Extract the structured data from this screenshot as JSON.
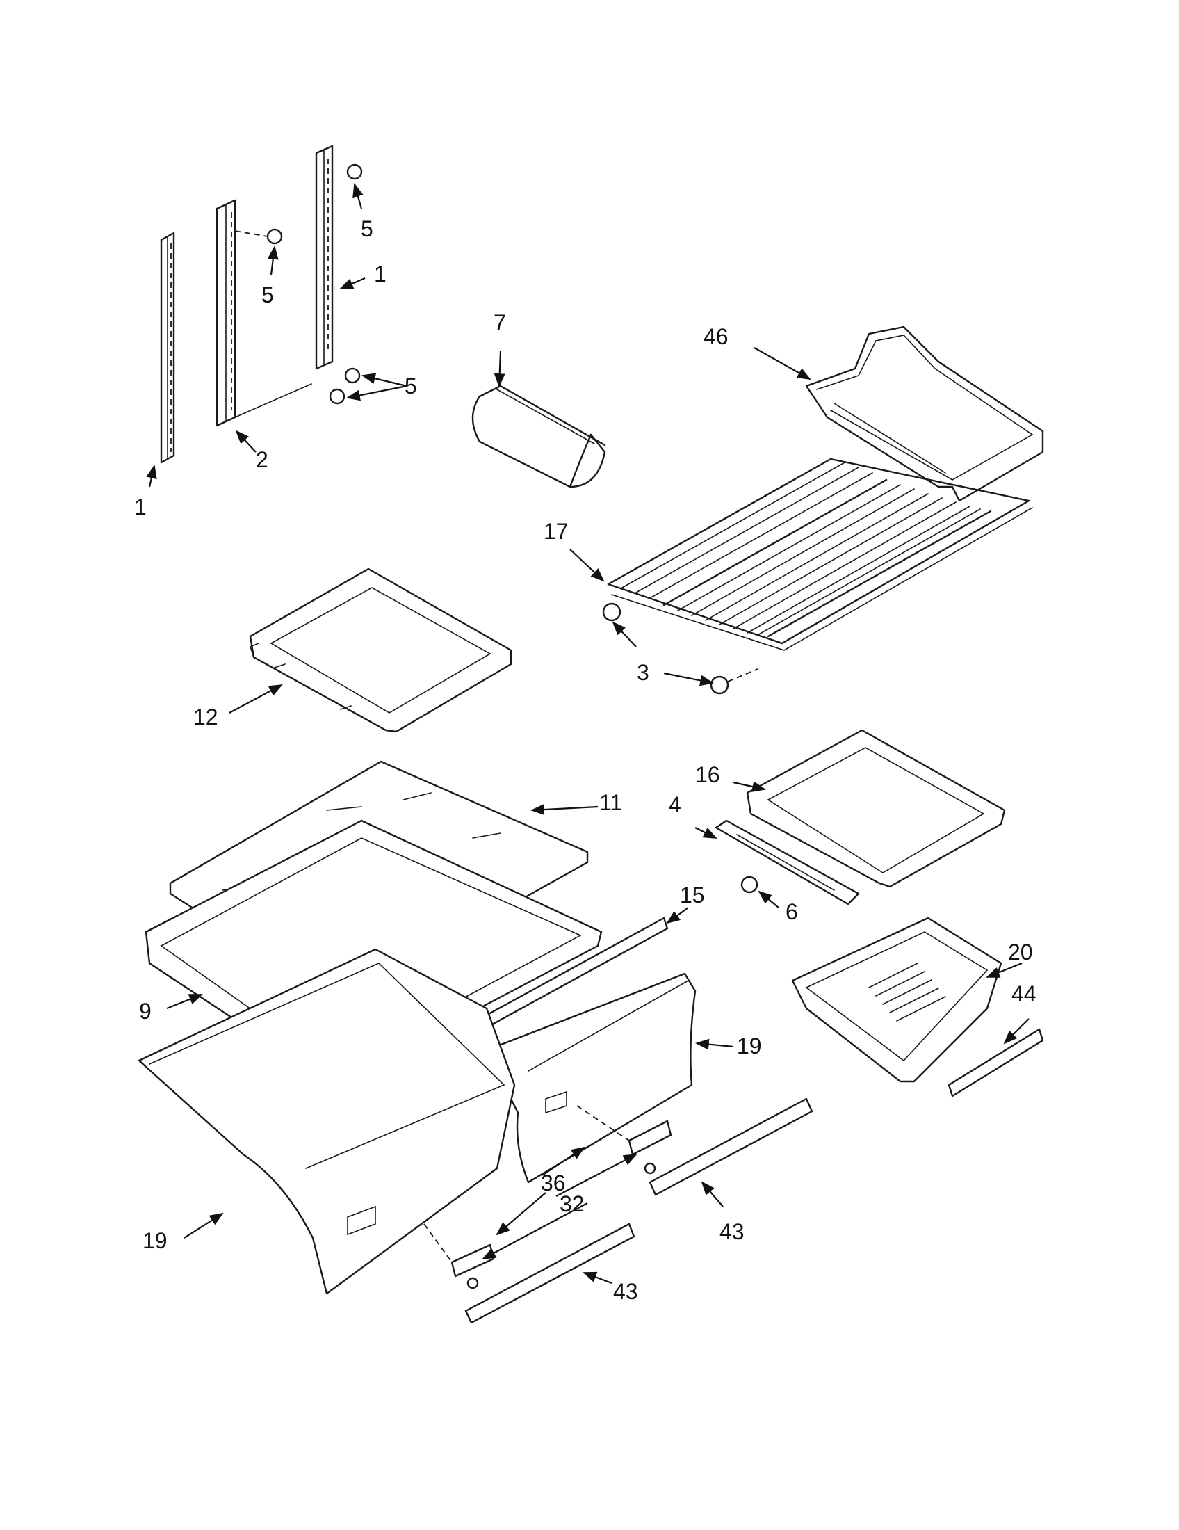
{
  "callouts": {
    "c1a": "1",
    "c1b": "1",
    "c2": "2",
    "c3": "3",
    "c4": "4",
    "c5a": "5",
    "c5b": "5",
    "c5c": "5",
    "c6": "6",
    "c7": "7",
    "c9": "9",
    "c11": "11",
    "c12": "12",
    "c15": "15",
    "c16": "16",
    "c17": "17",
    "c19a": "19",
    "c19b": "19",
    "c20": "20",
    "c32": "32",
    "c36": "36",
    "c43a": "43",
    "c43b": "43",
    "c44": "44",
    "c46": "46"
  }
}
